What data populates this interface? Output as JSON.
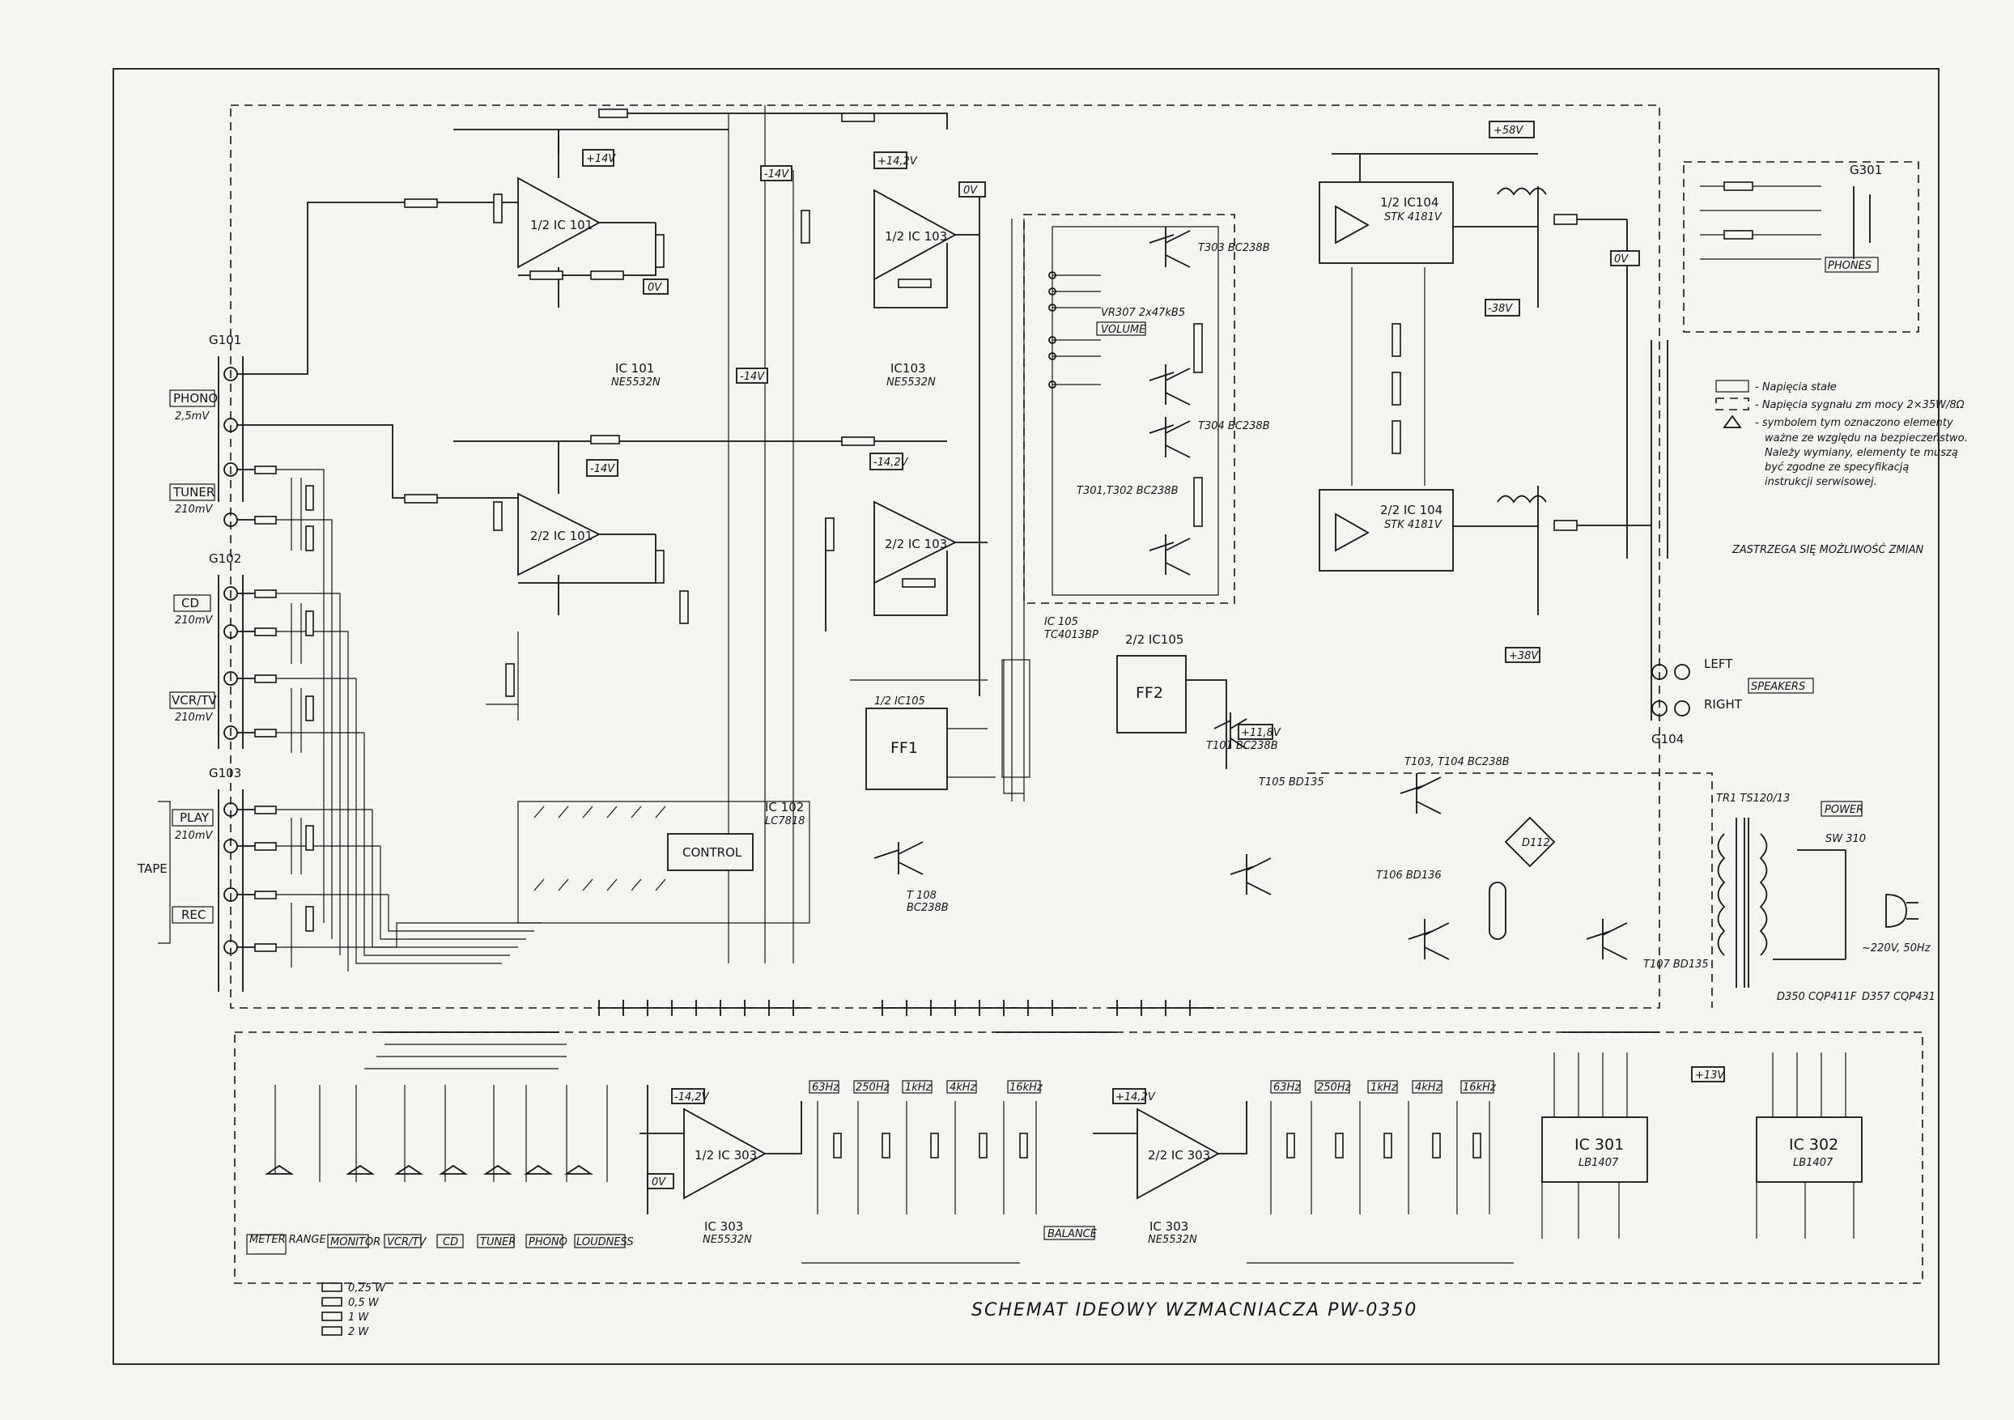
{
  "title": "SCHEMAT IDEOWY WZMACNIACZA PW-0350",
  "inputs": [
    {
      "ref": "G101",
      "name": "PHONO",
      "level": "2,5mV"
    },
    {
      "name": "TUNER",
      "level": "210mV"
    },
    {
      "ref": "G102",
      "name": "CD",
      "level": "210mV"
    },
    {
      "name": "VCR/TV",
      "level": "210mV"
    },
    {
      "ref": "G103",
      "name": "PLAY",
      "level": "210mV"
    },
    {
      "name": "REC"
    },
    {
      "name": "TAPE"
    }
  ],
  "ics": [
    {
      "ref": "1/2 IC 101"
    },
    {
      "ref": "2/2 IC 101"
    },
    {
      "ref": "IC 101",
      "part": "NE5532N"
    },
    {
      "ref": "1/2 IC 103"
    },
    {
      "ref": "2/2 IC 103"
    },
    {
      "ref": "IC103",
      "part": "NE5532N"
    },
    {
      "ref": "IC 102",
      "part": "LC7818"
    },
    {
      "ref": "1/2 IC104",
      "part": "STK 4181V"
    },
    {
      "ref": "2/2 IC 104",
      "part": "STK 4181V"
    },
    {
      "ref": "IC 105",
      "part": "TC4013BP"
    },
    {
      "ref": "1/2 IC 303"
    },
    {
      "ref": "2/2 IC 303"
    },
    {
      "ref": "IC 303",
      "part": "NE5532N"
    },
    {
      "ref": "IC 301",
      "part": "LB1407"
    },
    {
      "ref": "IC 302",
      "part": "LB1407"
    }
  ],
  "blocks": {
    "control": "CONTROL",
    "ff1": "FF1",
    "ff2": "FF2",
    "volume": "VOLUME",
    "volume_ref": "VR307 2x47kB5",
    "phones": "PHONES",
    "speakers": "SPEAKERS",
    "power": "POWER",
    "left": "LEFT",
    "right": "RIGHT",
    "balance": "BALANCE"
  },
  "transistors": [
    "T303 BC238B",
    "T301,T302 BC238B",
    "T304 BC238B",
    "T101 BC238B",
    "T108 BC238B",
    "T103, T104 BC238B",
    "T105 BD135",
    "T106 BD136",
    "T107 BD135"
  ],
  "supply": {
    "plus14": "+14V",
    "minus14": "-14V",
    "plus142": "+14,2V",
    "minus142": "-14,2V",
    "plus58": "+58V",
    "minus38": "-38V",
    "zero": "0V",
    "plus38": "+38V",
    "plus118": "+11,8V",
    "plus13": "+13V",
    "mains": "~220V, 50Hz",
    "transformer": "TR1 TS120/13"
  },
  "eq_bands": [
    "63Hz",
    "250Hz",
    "1kHz",
    "4kHz",
    "16kHz"
  ],
  "switches": [
    "METER RANGE",
    "MONITOR",
    "VCR/TV",
    "CD",
    "TUNER",
    "PHONO",
    "LOUDNESS"
  ],
  "legend": [
    {
      "symbol": "box-solid",
      "text": "- Napięcia stałe"
    },
    {
      "symbol": "box-dashed",
      "text": "- Napięcia sygnału zm mocy 2×35W/8Ω"
    },
    {
      "symbol": "triangle",
      "text": "- symbolem tym oznaczono elementy"
    },
    {
      "text": "ważne ze względu na bezpieczeństwo."
    },
    {
      "text": "Należy wymiany, elementy te muszą"
    },
    {
      "text": "być zgodne ze specyfikacją"
    },
    {
      "text": "instrukcji serwisowej."
    }
  ],
  "notice": "ZASTRZEGA SIĘ MOŻLIWOŚĆ ZMIAN",
  "power_legend": [
    "0,25 W",
    "0,5 W",
    "1 W",
    "2 W"
  ],
  "connectors": [
    "G104",
    "SW310",
    "D350 CQP411F",
    "D357 CQP431"
  ]
}
